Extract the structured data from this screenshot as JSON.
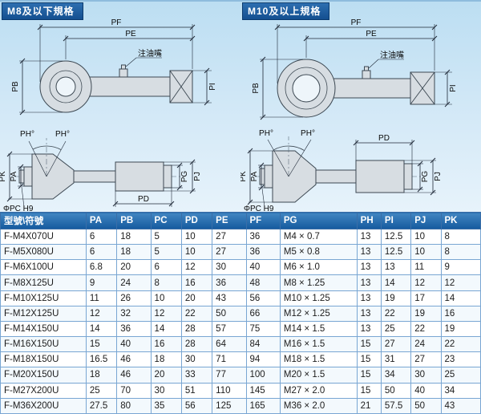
{
  "sections": {
    "left_title": "M8及以下規格",
    "right_title": "M10及以上規格"
  },
  "dims": {
    "pf": "PF",
    "pe": "PE",
    "pb": "PB",
    "pi": "PI",
    "pd": "PD",
    "pk": "PK",
    "pa": "PA",
    "pg": "PG",
    "pj": "PJ",
    "ph": "PH°",
    "pc": "ΦPC H9",
    "nipple": "注油嘴"
  },
  "colors": {
    "tab_bg": "#134f90",
    "table_header_bg": "#155a9e",
    "grid": "#79a6d3",
    "panel_bg": "#cfe6f4"
  },
  "table": {
    "headers": [
      "型號\\符號",
      "PA",
      "PB",
      "PC",
      "PD",
      "PE",
      "PF",
      "PG",
      "PH",
      "PI",
      "PJ",
      "PK"
    ],
    "rows": [
      [
        "F-M4X070U",
        "6",
        "18",
        "5",
        "10",
        "27",
        "36",
        "M4 × 0.7",
        "13",
        "12.5",
        "10",
        "8"
      ],
      [
        "F-M5X080U",
        "6",
        "18",
        "5",
        "10",
        "27",
        "36",
        "M5 × 0.8",
        "13",
        "12.5",
        "10",
        "8"
      ],
      [
        "F-M6X100U",
        "6.8",
        "20",
        "6",
        "12",
        "30",
        "40",
        "M6 × 1.0",
        "13",
        "13",
        "11",
        "9"
      ],
      [
        "F-M8X125U",
        "9",
        "24",
        "8",
        "16",
        "36",
        "48",
        "M8 × 1.25",
        "13",
        "14",
        "12",
        "12"
      ],
      [
        "F-M10X125U",
        "11",
        "26",
        "10",
        "20",
        "43",
        "56",
        "M10 × 1.25",
        "13",
        "19",
        "17",
        "14"
      ],
      [
        "F-M12X125U",
        "12",
        "32",
        "12",
        "22",
        "50",
        "66",
        "M12 × 1.25",
        "13",
        "22",
        "19",
        "16"
      ],
      [
        "F-M14X150U",
        "14",
        "36",
        "14",
        "28",
        "57",
        "75",
        "M14 × 1.5",
        "13",
        "25",
        "22",
        "19"
      ],
      [
        "F-M16X150U",
        "15",
        "40",
        "16",
        "28",
        "64",
        "84",
        "M16 × 1.5",
        "15",
        "27",
        "24",
        "22"
      ],
      [
        "F-M18X150U",
        "16.5",
        "46",
        "18",
        "30",
        "71",
        "94",
        "M18 × 1.5",
        "15",
        "31",
        "27",
        "23"
      ],
      [
        "F-M20X150U",
        "18",
        "46",
        "20",
        "33",
        "77",
        "100",
        "M20 × 1.5",
        "15",
        "34",
        "30",
        "25"
      ],
      [
        "F-M27X200U",
        "25",
        "70",
        "30",
        "51",
        "110",
        "145",
        "M27 × 2.0",
        "15",
        "50",
        "40",
        "34"
      ],
      [
        "F-M36X200U",
        "27.5",
        "80",
        "35",
        "56",
        "125",
        "165",
        "M36 × 2.0",
        "21",
        "57.5",
        "50",
        "43"
      ]
    ]
  }
}
